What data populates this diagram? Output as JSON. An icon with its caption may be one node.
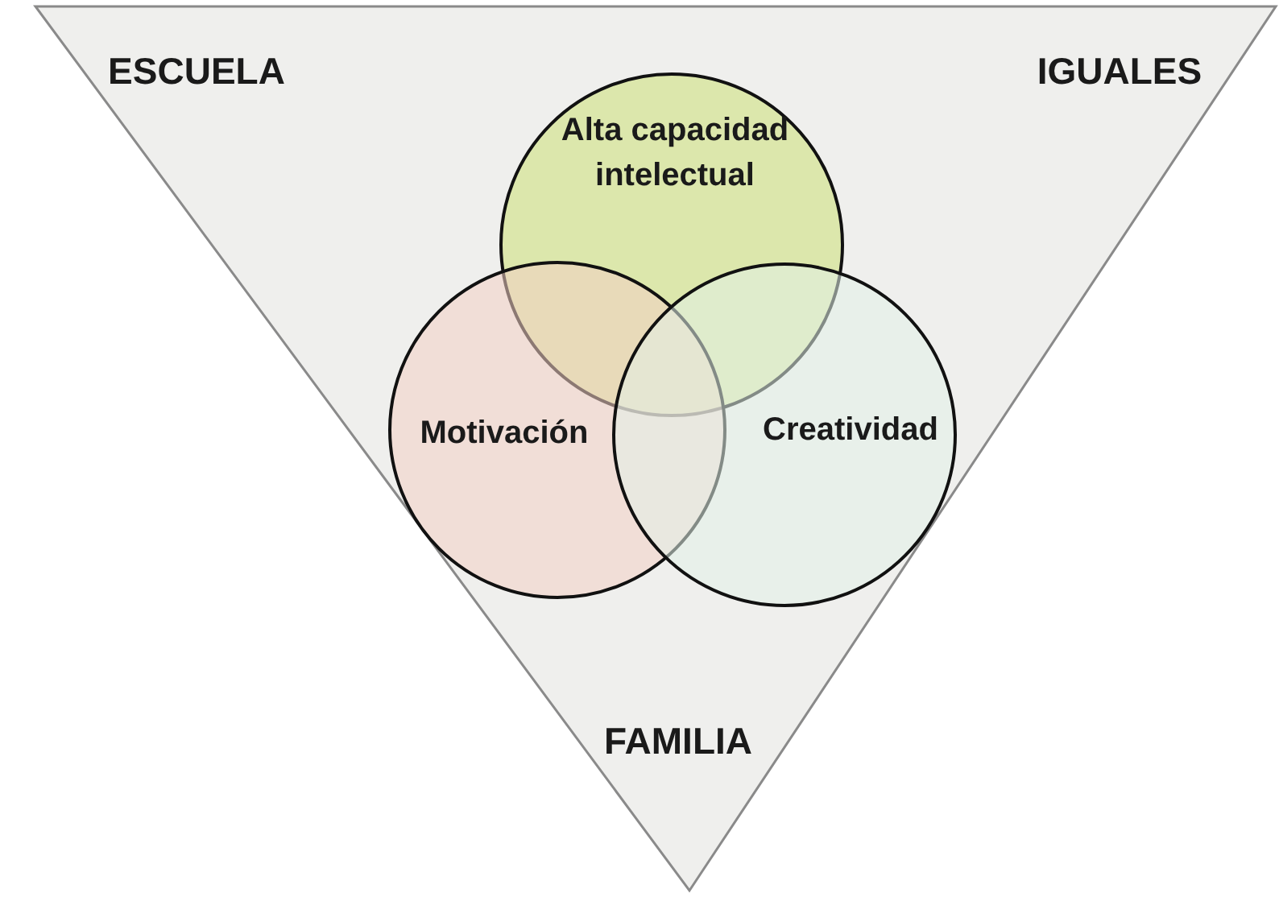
{
  "diagram": {
    "nodes": [
      {
        "text": [
          "ESCUELA",
          "IGUALES",
          "FAMILIA"
        ]
      },
      {
        "text": [
          "Alta capacidad intelectual"
        ],
        "in": 0
      },
      {
        "text": [
          "Motivación"
        ],
        "in": 0
      },
      {
        "text": [
          "Creatividad"
        ],
        "in": 0
      }
    ]
  }
}
